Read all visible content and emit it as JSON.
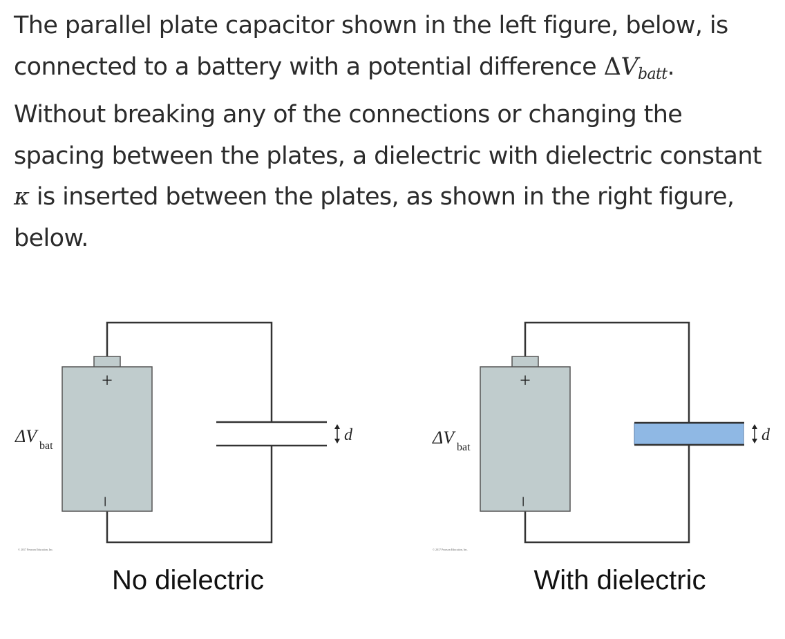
{
  "question": {
    "line1": "The parallel plate capacitor shown in the left figure, below, is",
    "line2_prefix": "connected to a battery with a potential difference ",
    "line2_delta": "Δ",
    "line2_var": "V",
    "line2_sub": "batt",
    "line2_suffix": ".",
    "line3": "Without breaking any of the connections or changing the",
    "line4": "spacing between the plates, a dielectric with dielectric constant",
    "line5_symbol": "κ",
    "line5_text": " is inserted between the plates, as shown in the right figure,",
    "line6": "below."
  },
  "figures": [
    {
      "battery_label_delta": "ΔV",
      "battery_label_sub": "bat",
      "plus": "+",
      "minus": "–",
      "gap_label": "d",
      "copyright": "© 2017 Pearson Education, Inc.",
      "caption": "No dielectric",
      "has_dielectric": false
    },
    {
      "battery_label_delta": "ΔV",
      "battery_label_sub": "bat",
      "plus": "+",
      "minus": "–",
      "gap_label": "d",
      "copyright": "© 2017 Pearson Education, Inc.",
      "caption": "With dielectric",
      "has_dielectric": true
    }
  ],
  "colors": {
    "battery_fill": "#c0cccd",
    "battery_stroke": "#555555",
    "wire": "#333333",
    "dielectric_fill": "#8fb8e4",
    "dielectric_stroke": "#5a7fae",
    "caption_text": "#111111"
  }
}
